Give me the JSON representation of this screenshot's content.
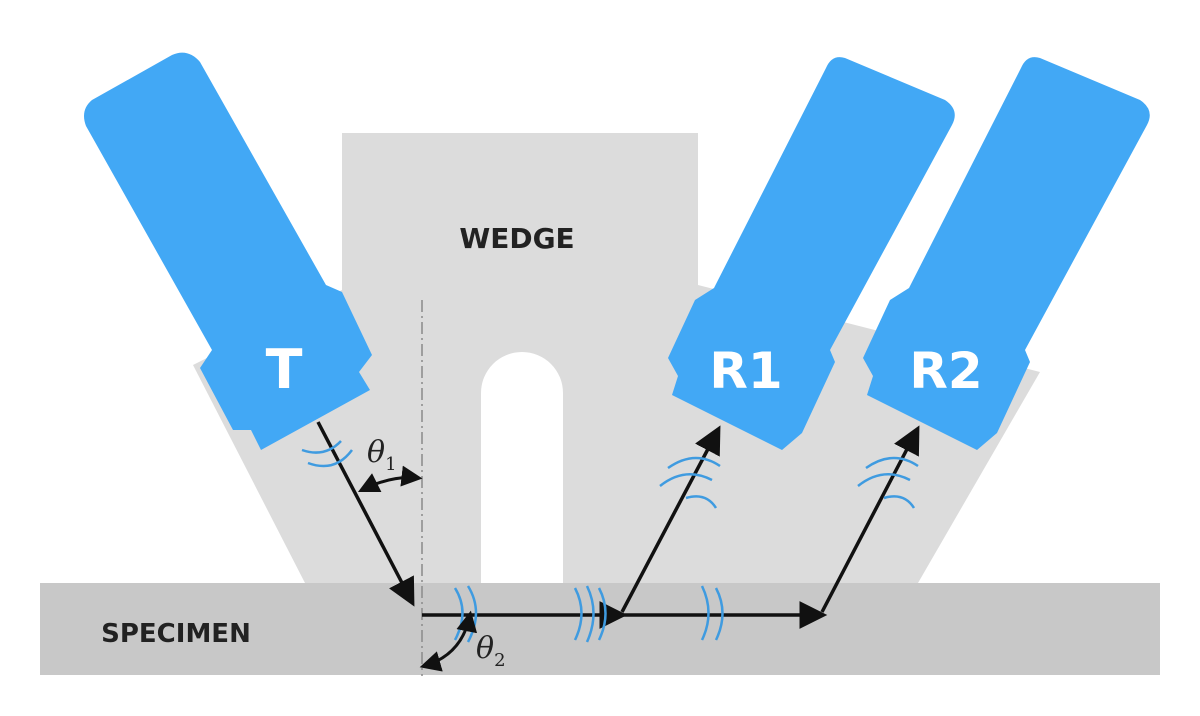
{
  "labels": {
    "wedge": "WEDGE",
    "specimen": "SPECIMEN",
    "transmitter": "T",
    "receiver1": "R1",
    "receiver2": "R2",
    "theta": "θ",
    "theta1_sub": "1",
    "theta2_sub": "2"
  },
  "colors": {
    "probe": "#42a8f5",
    "wedge": "#dcdcdc",
    "specimen": "#c8c8c8",
    "wave": "#3f9be0",
    "ray": "#111111"
  }
}
